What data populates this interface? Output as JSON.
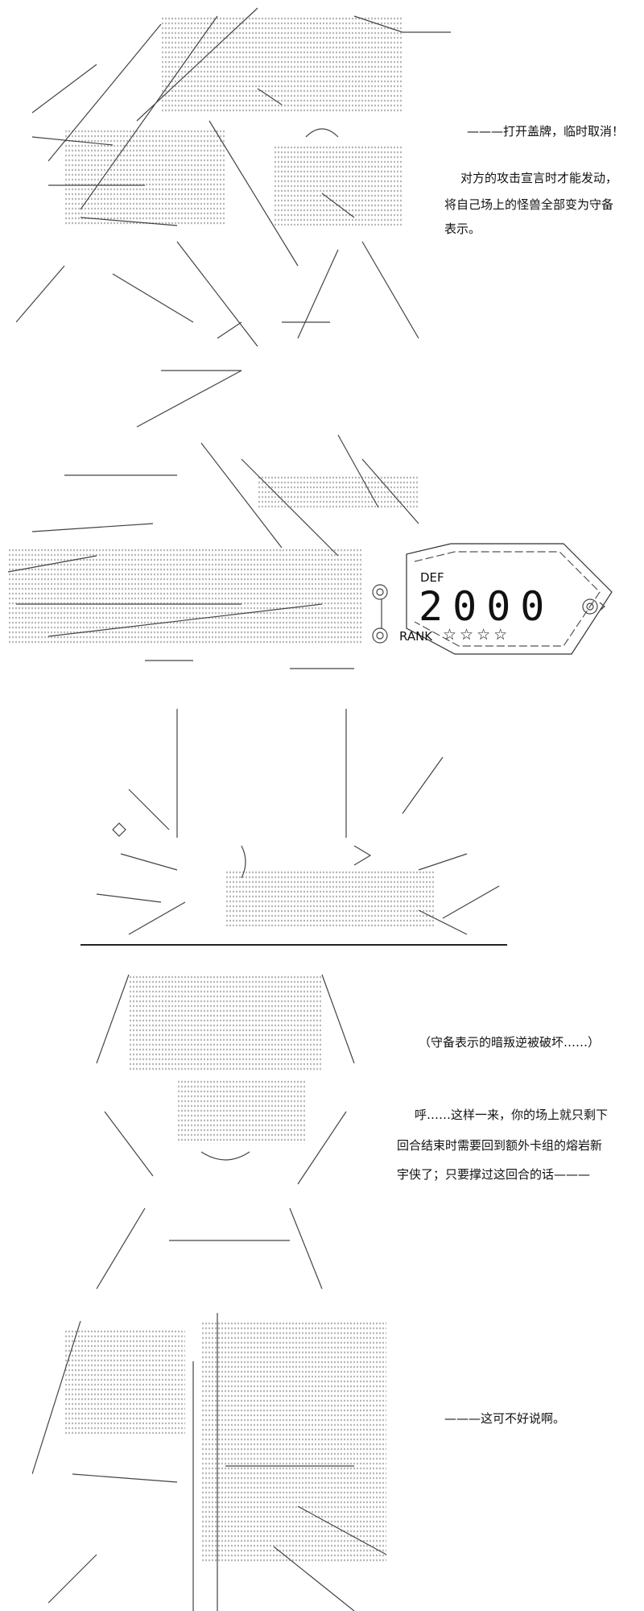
{
  "panel1": {
    "lines": [
      "———打开盖牌，临时取消！",
      "对方的攻击宣言时才能发动，",
      "将自己场上的怪兽全部变为守备",
      "表示。"
    ]
  },
  "panel2": {
    "card_stat": {
      "label": "DEF",
      "value": "2000",
      "rank_label": "RANK",
      "stars": "☆☆☆☆",
      "rank": 4
    }
  },
  "panel4": {
    "caption": "（守备表示的暗叛逆被破坏……）",
    "lines": [
      "呼……这样一来，你的场上就只剩下",
      "回合结束时需要回到额外卡组的熔岩新",
      "宇侠了；只要撑过这回合的话———"
    ]
  },
  "panel5": {
    "line": "———这可不好说啊。"
  }
}
